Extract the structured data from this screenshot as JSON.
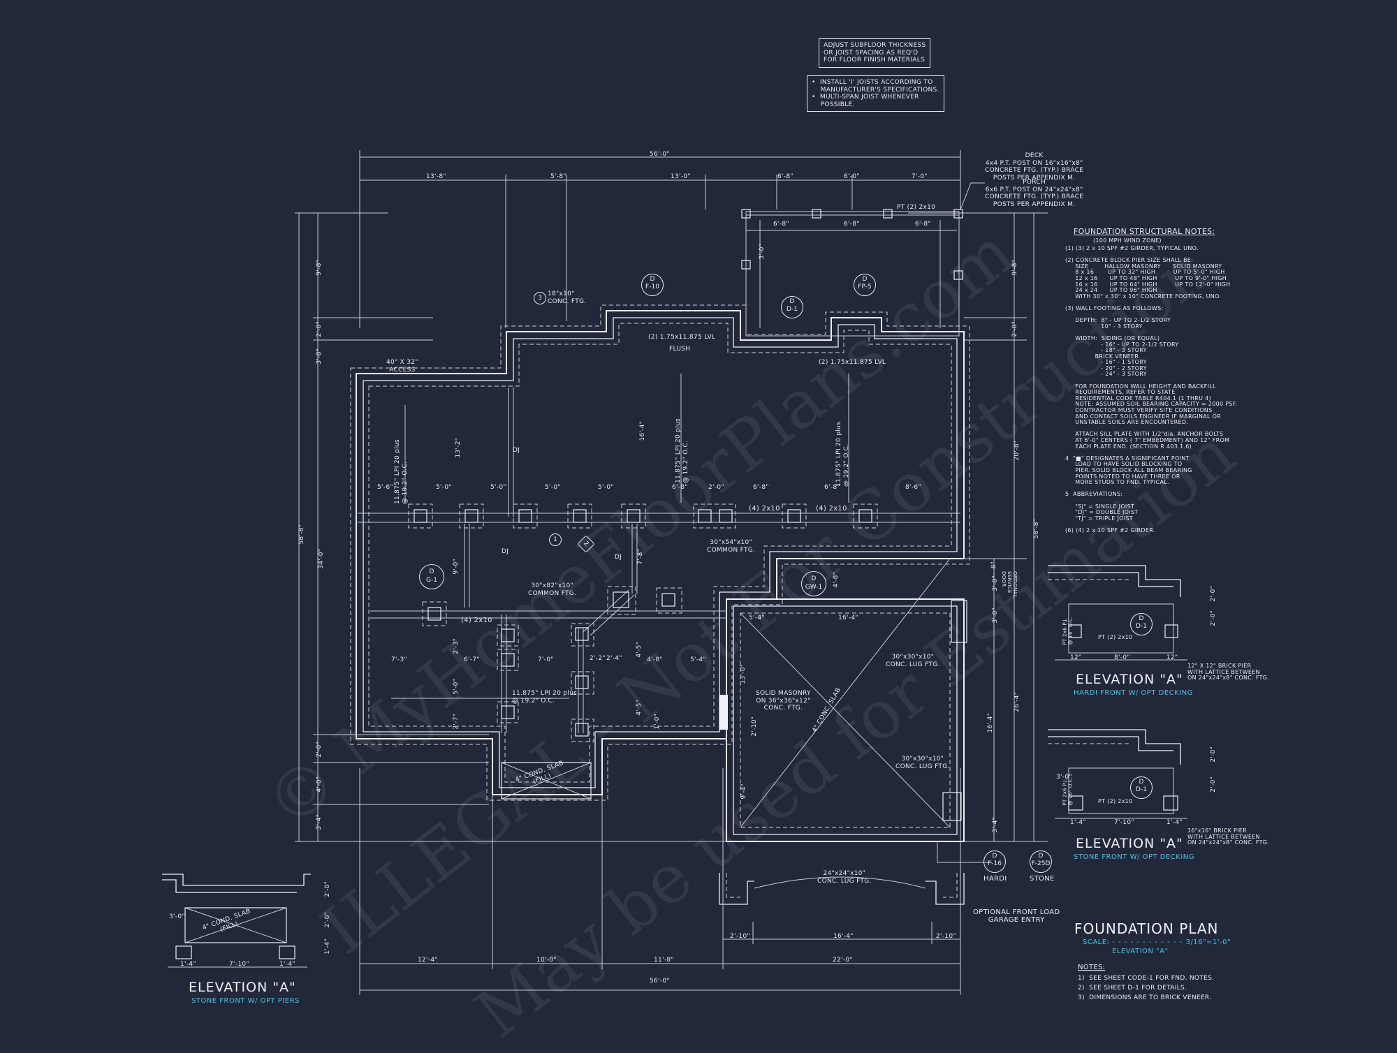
{
  "top_notes": {
    "box1": "ADJUST SUBFLOOR THICKNESS\nOR JOIST SPACING AS REQ'D\nFOR FLOOR FINISH MATERIALS",
    "box2": "•  INSTALL 'I' JOISTS ACCORDING TO\n    MANUFACTURER'S SPECIFICATIONS.\n•  MULTI-SPAN JOIST WHENEVER\n    POSSIBLE."
  },
  "deck_note": "DECK\n4x4 P.T. POST ON 16\"x16\"x8\"\nCONCRETE FTG. (TYP.) BRACE\nPOSTS PER APPENDIX M.",
  "porch_note": "PORCH\n6x6 P.T. POST ON 24\"x24\"x8\"\nCONCRETE FTG. (TYP.) BRACE\nPOSTS PER APPENDIX M.",
  "structural_notes": {
    "title": "FOUNDATION STRUCTURAL NOTES:",
    "subtitle": "(100 MPH WIND ZONE)",
    "body": "(1) (3) 2 x 10 SPF #2 GIRDER, TYPICAL UNO.\n\n(2) CONCRETE BLOCK PIER SIZE SHALL BE:\n     SIZE        HALLOW MASONRY      SOLID MASONRY\n     8 x 16       UP TO 32\" HIGH         UP TO 5'-0\" HIGH\n     12 x 16      UP TO 48\" HIGH         UP TO 9'-0\" HIGH\n     16 x 16      UP TO 64\" HIGH         UP TO 12'-0\" HIGH\n     24 x 24      UP TO 96\" HIGH\n     WITH 30\" x 30\" x 10\" CONCRETE FOOTING, UNO.\n\n(3) WALL FOOTING AS FOLLOWS:\n\n     DEPTH:  8\" - UP TO 2-1/2 STORY\n                  10\" - 3 STORY\n\n     WIDTH:  SIDING (OR EQUAL)\n                  - 16\" - UP TO 2-1/2 STORY\n                  - 18\" - 3 STORY\n               BRICK VENEER\n                  - 16\" - 1 STORY\n                  - 20\" - 2 STORY\n                  - 24\" - 3 STORY\n\n     FOR FOUNDATION WALL HEIGHT AND BACKFILL\n     REQUIREMENTS, REFER TO STATE\n     RESIDENTIAL CODE TABLE R404.1 (1 THRU 4)\n     NOTE: ASSUMED SOIL BEARING CAPACITY = 2000 PSF.\n     CONTRACTOR MUST VERIFY SITE CONDITIONS\n     AND CONTACT SOILS ENGINEER IF MARGINAL OR\n     UNSTABLE SOILS ARE ENCOUNTERED.\n\n     ATTACH SILL PLATE WITH 1/2\"dia. ANCHOR BOLTS\n     AT 6'-0\" CENTERS ( 7\" EMBEDMENT) AND 12\" FROM\n     EACH PLATE END. (SECTION R 403.1.6)\n\n4  \"■\" DESIGNATES A SIGNIFICANT POINT\n     LOAD TO HAVE SOLID BLOCKING TO\n     PIER. SOLID BLOCK ALL BEAM BEARING\n     POINTS NOTED TO HAVE THREE OR\n     MORE STUDS TO FND. TYPICAL.\n\n5  ABBREVIATIONS:\n\n     \"SJ\" = SINGLE JOIST\n     \"DJ\" = DOUBLE JOIST\n     \"TJ\" = TRIPLE JOIST\n\n(6) (4) 2 x 10 SPF #2 GIRDER."
  },
  "dims_top": {
    "overall": "56'-0\"",
    "segments": [
      "13'-8\"",
      "5'-8\"",
      "13'-0\"",
      "6'-8\"",
      "6'-0\"",
      "7'-0\""
    ],
    "deck_segments": [
      "6'-8\"",
      "6'-8\"",
      "6'-8\""
    ]
  },
  "dims_bottom": {
    "overall": "56'-0\"",
    "segments": [
      "12'-4\"",
      "10'-0\"",
      "11'-8\"",
      "22'-0\""
    ],
    "garage": [
      "2'-10\"",
      "16'-4\"",
      "2'-10\""
    ]
  },
  "dims_left": {
    "overall": "58'-8\"",
    "segments": [
      "9'-8\"",
      "2'-0\"",
      "3'-8\"",
      "34'-0\"",
      "2'-0\"",
      "4'-0\"",
      "3'-4\""
    ]
  },
  "dims_right": {
    "overall": "58'-8\"",
    "segments": [
      "9'-8\"",
      "2'-0\"",
      "20'-8\"",
      "26'-4\""
    ],
    "inner": [
      "8\"",
      "3'-0\"",
      "3'-0\"",
      "16'-4\"",
      "3'-4\""
    ]
  },
  "plan_labels": {
    "pt_2x10": "PT (2) 2x10",
    "conc_ftg": "18\"x10\"\nCONC. FTG.",
    "lvl_1": "(2) 1.75x11.875 LVL",
    "flush": "FLUSH",
    "lvl_2": "(2) 1.75x11.875 LVL",
    "access": "40\" X 32\"\nACCESS",
    "dj": "DJ",
    "lpi_1": "11.875\" LPI 20 plus\n@ 19.2\" O.C.",
    "lpi_2": "11.875\" LPI 20 plus\n@ 19.2\" O.C.",
    "lpi_3": "11.875\" LPI 20 plus\n@ 19.2\" O.C.",
    "lpi_4": "11.875\" LPI 20 plus\n@ 19.2\" O.C.",
    "girder_1": "(4) 2x10",
    "girder_2": "(4) 2x10",
    "girder_3": "(4) 2x10",
    "common_ftg_1": "30\"x54\"x10\"\nCOMMON FTG.",
    "common_ftg_2": "30\"x82\"x10\"\nCOMMON FTG.",
    "lug_ftg_1": "30\"x30\"x10\"\nCONC. LUG FTG.",
    "lug_ftg_2": "30\"x30\"x10\"\nCONC. LUG FTG.",
    "solid_masonry": "SOLID MASONRY\nON 36\"x36\"x12\"\nCONC. FTG.",
    "conc_slab": "4\" CONC. SLAB",
    "cond_slab_fill": "4\" COND. SLAB\n(FILL)",
    "garage_lug": "24\"x24\"x10\"\nCONC. LUG FTG.",
    "optional_garage": "OPTIONAL FRONT LOAD\nGARAGE ENTRY",
    "opt_door": "OPTIONAL\nSERVICE\nDOOR",
    "row_dims_1": [
      "5'-6\"",
      "5'-0\"",
      "5'-0\"",
      "5'-0\"",
      "5'-0\"",
      "6'-8\"",
      "2'-0\"",
      "6'-8\"",
      "6'-8\"",
      "8'-6\""
    ],
    "row_dims_2": [
      "7'-3\"",
      "6'-7\"",
      "7'-0\"",
      "2'-2\"",
      "2'-4\"",
      "4'-8\"",
      "5'-4\""
    ],
    "misc_dims": [
      "5'-4\"",
      "16'-4\"",
      "13'-2\"",
      "16'-4\"",
      "9'-0\"",
      "7'-8\"",
      "4'-5\"",
      "4'-5\"",
      "5'-0\"",
      "2'-3\"",
      "2'-7\"",
      "1'-0\"",
      "13'-0\"",
      "2'-10\"",
      "9'-4\"",
      "4'-8\"",
      "3'-0\""
    ]
  },
  "callouts": {
    "c1": "1",
    "c2": "2",
    "c3": "3",
    "d_f10": [
      "D",
      "F-10"
    ],
    "d_d1": [
      "D",
      "D-1"
    ],
    "d_fp5": [
      "D",
      "FP-5"
    ],
    "d_g1": [
      "D",
      "G-1"
    ],
    "d_gw1": [
      "D",
      "GW-1"
    ],
    "d_f16": [
      "D",
      "F-16"
    ],
    "d_f250": [
      "D",
      "F-25D"
    ],
    "hardi": "HARDI",
    "stone": "STONE"
  },
  "detail_a": {
    "title": "ELEVATION \"A\"",
    "subtitle": "HARDI FRONT W/ OPT DECKING",
    "post_label": "PT 2x6 P.J.\n@ 16\" O.C.",
    "pt": "PT (2) 2x10",
    "dims": [
      "2'-0\"",
      "2'-0\"",
      "12\"",
      "8'-0\"",
      "12\""
    ],
    "pier": "12\" X 12\" BRICK PIER\nWITH LATTICE BETWEEN\nON 24\"x24\"x8\" CONC. FTG.",
    "callout": [
      "D",
      "D-1"
    ]
  },
  "detail_b": {
    "title": "ELEVATION \"A\"",
    "subtitle": "STONE FRONT W/ OPT DECKING",
    "post_label": "PT 2x6 P.J.\n@ 16\" O.C.",
    "pt": "PT (2) 2x10",
    "dims": [
      "3'-0\"",
      "2'-0\"",
      "2'-0\"",
      "1'-4\"",
      "7'-10\"",
      "1'-4\""
    ],
    "pier": "16\"x16\" BRICK PIER\nWITH LATTICE BETWEEN\nON 24\"x24\"x8\" CONC. FTG.",
    "callout": [
      "D",
      "D-1"
    ]
  },
  "detail_c": {
    "title": "ELEVATION \"A\"",
    "subtitle": "STONE FRONT W/ OPT PIERS",
    "slab": "4\" COND. SLAB\n(FILL)",
    "dims": [
      "3'-0\"",
      "2'-0\"",
      "1'-4\"",
      "1'-4\"",
      "7'-10\"",
      "1'-4\"",
      "2'-0\""
    ]
  },
  "plan_title": {
    "title": "FOUNDATION PLAN",
    "scale_label": "SCALE:",
    "scale_value": "3/16\"=1'-0\"",
    "elevation": "ELEVATION \"A\""
  },
  "notes": {
    "heading": "NOTES:",
    "items": [
      "1)  SEE SHEET CODE-1 FOR FND. NOTES.",
      "2)  SEE SHEET D-1 FOR DETAILS.",
      "3)  DIMENSIONS ARE TO BRICK VENEER."
    ]
  },
  "watermark": {
    "line1": "© MyHomeFloorPlans.com",
    "line2": "ILLEGAL - Not For Construction",
    "line3": "May be used for Estimation"
  },
  "colors": {
    "background": "#222739",
    "lines": "#eef0f5",
    "accent": "#38c8f0"
  }
}
